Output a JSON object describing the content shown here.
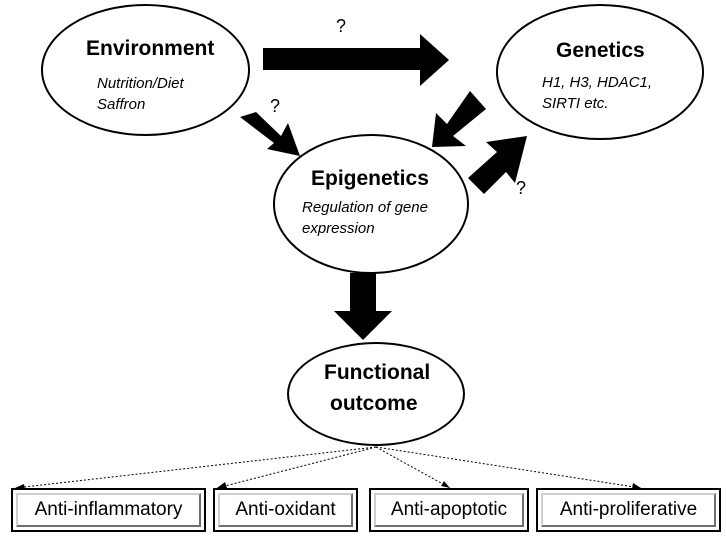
{
  "nodes": {
    "environment": {
      "title": "Environment",
      "lines": [
        "Nutrition/Diet",
        "Saffron"
      ]
    },
    "genetics": {
      "title": "Genetics",
      "lines": [
        "H1,  H3, HDAC1,",
        "SIRTI etc."
      ]
    },
    "epigenetics": {
      "title": "Epigenetics",
      "lines": [
        "Regulation of gene",
        "expression"
      ]
    },
    "functional": {
      "title_lines": [
        "Functional",
        "outcome"
      ]
    }
  },
  "question_mark": "?",
  "outcomes": [
    "Anti-inflammatory",
    "Anti-oxidant",
    "Anti-apoptotic",
    "Anti-proliferative"
  ],
  "colors": {
    "arrow": "#000000",
    "box_highlight": "#cfcfcf",
    "box_shadow": "#6e6e6e"
  }
}
